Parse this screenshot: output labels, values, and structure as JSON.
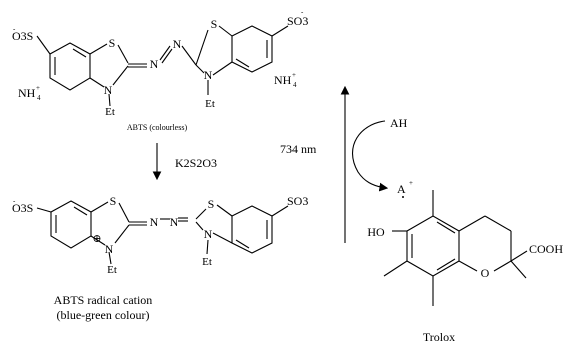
{
  "colors": {
    "ink": "#000000",
    "background": "#ffffff"
  },
  "labels": {
    "abts_caption": "ABTS (colourless)",
    "oxidant_reagent": "K2S2O3",
    "radical_caption_line1": "ABTS radical cation",
    "radical_caption_line2": "(blue-green colour)",
    "wavelength": "734 nm",
    "hydrogen_donor": "AH",
    "radical_product": "A",
    "trolox_name": "Trolox",
    "ethyl": "Et",
    "ammonium": "NH",
    "sulfonate": "O3S",
    "sulfonate_right": "SO3",
    "sulfur": "S",
    "nitrogen": "N",
    "hydroxyl": "HO",
    "carboxyl": "COOH",
    "oxygen": "O",
    "radical_plus": "⊕"
  }
}
